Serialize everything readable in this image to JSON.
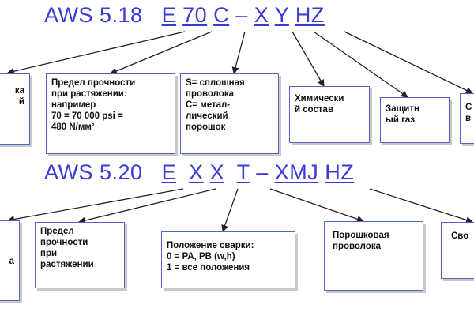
{
  "top": {
    "code_parts": [
      "AWS 5.18",
      "E",
      "70",
      "C",
      "–",
      "X",
      "Y",
      "HZ"
    ],
    "boxes": [
      "ка\nй",
      "Предел прочности\nпри растяжении:\nнапример\n70 = 70 000 psi =\n480 N/мм²",
      "S= сплошная\nпроволока\nC= метал-\nлический\nпорошок",
      "Химически\nй состав",
      "Защитн\nый газ",
      "С\nв"
    ]
  },
  "bottom": {
    "code_parts": [
      "AWS 5.20",
      "E",
      "X",
      "X",
      "T",
      "–",
      "XMJ",
      "HZ"
    ],
    "boxes": [
      "а",
      "Предел\nпрочности\nпри\nрастяжении",
      "Положение сварки:\n0 = PA, PB (w,h)\n1 = все положения",
      "Порошковая\nпроволока",
      "Сво"
    ]
  }
}
